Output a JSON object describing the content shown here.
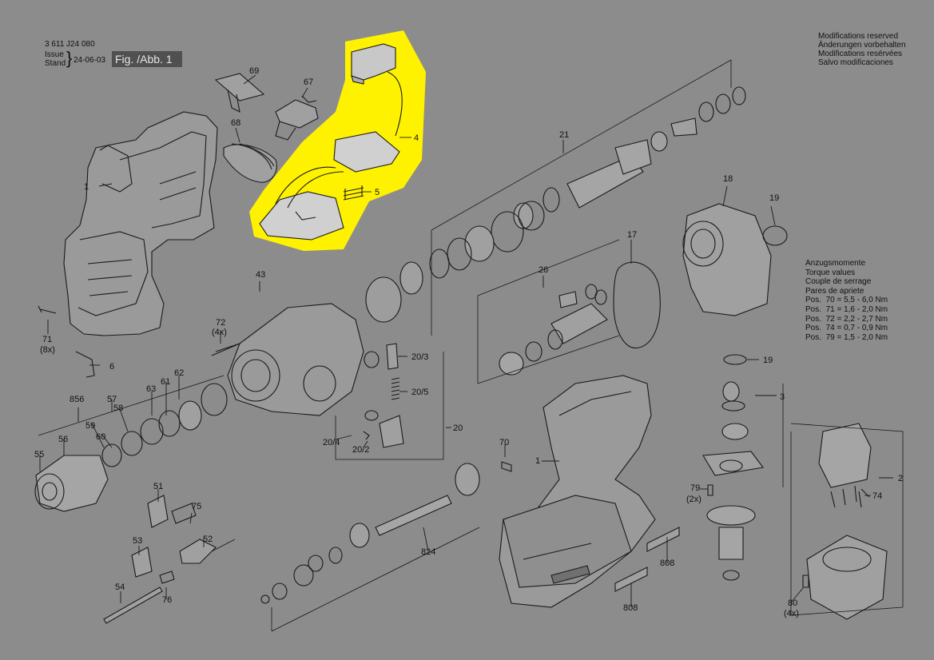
{
  "header": {
    "doc_number": "3 611 J24 080",
    "issue_label": "Issue",
    "stand_label": "Stand",
    "brace": "}",
    "date": "24-06-03",
    "figure": "Fig. /Abb. 1"
  },
  "modifications": [
    "Modifications reserved",
    "Änderungen vorbehalten",
    "Modifications resérvées",
    "Salvo modificaciones"
  ],
  "torque": {
    "title_lines": [
      "Anzugsmomente",
      "Torque values",
      "Couple de serrage",
      "Pares de apriete"
    ],
    "rows": [
      "Pos.  70 = 5,5 - 6,0 Nm",
      "Pos.  71 = 1,6 - 2,0 Nm",
      "Pos.  72 = 2,2 - 2,7 Nm",
      "Pos.  74 = 0,7 - 0,9 Nm",
      "Pos.  79 = 1,5 - 2,0 Nm"
    ]
  },
  "colors": {
    "background": "#8c8c8c",
    "highlight": "#fff200",
    "line": "#1a1a1a",
    "figure_box": "#505050"
  },
  "part_labels": {
    "p1_left": "1",
    "p69": "69",
    "p67": "67",
    "p68": "68",
    "p4": "4",
    "p5": "5",
    "p21": "21",
    "p18": "18",
    "p19_top": "19",
    "p17": "17",
    "p43": "43",
    "p26": "26",
    "p71": "71",
    "p71_qty": "(8x)",
    "p6": "6",
    "p72": "72",
    "p72_qty": "(4x)",
    "p20_3": "20/3",
    "p20_5": "20/5",
    "p20": "20",
    "p20_4": "20/4",
    "p20_2": "20/2",
    "p19_mid": "19",
    "p3": "3",
    "p856": "856",
    "p57": "57",
    "p63": "63",
    "p61": "61",
    "p62": "62",
    "p59": "59",
    "p58": "58",
    "p56": "56",
    "p60": "60",
    "p55": "55",
    "p70": "70",
    "p1_right": "1",
    "p2": "2",
    "p51": "51",
    "p75": "75",
    "p79": "79",
    "p79_qty": "(2x)",
    "p74": "74",
    "p53": "53",
    "p52": "52",
    "p824": "824",
    "p808_a": "808",
    "p808_b": "808",
    "p54": "54",
    "p76": "76",
    "p80": "80",
    "p80_qty": "(4x)"
  }
}
